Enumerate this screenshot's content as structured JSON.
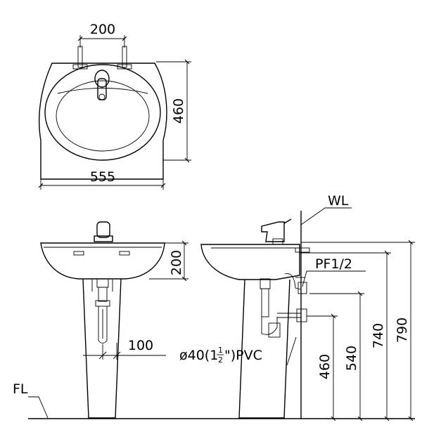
{
  "top_view": {
    "tap_spacing": "200",
    "basin_depth": "460",
    "basin_width": "555"
  },
  "front_view": {
    "basin_height": "200",
    "trap_offset": "100",
    "floor_label": "FL"
  },
  "side_view": {
    "wall_label": "WL",
    "supply_label": "PF1/2",
    "waste_pipe": {
      "prefix": "ø40(1",
      "frac_num": "1",
      "frac_den": "2",
      "suffix": "\")PVC"
    },
    "heights": {
      "waste": "460",
      "supply": "540",
      "rim": "740",
      "overall": "790"
    }
  }
}
